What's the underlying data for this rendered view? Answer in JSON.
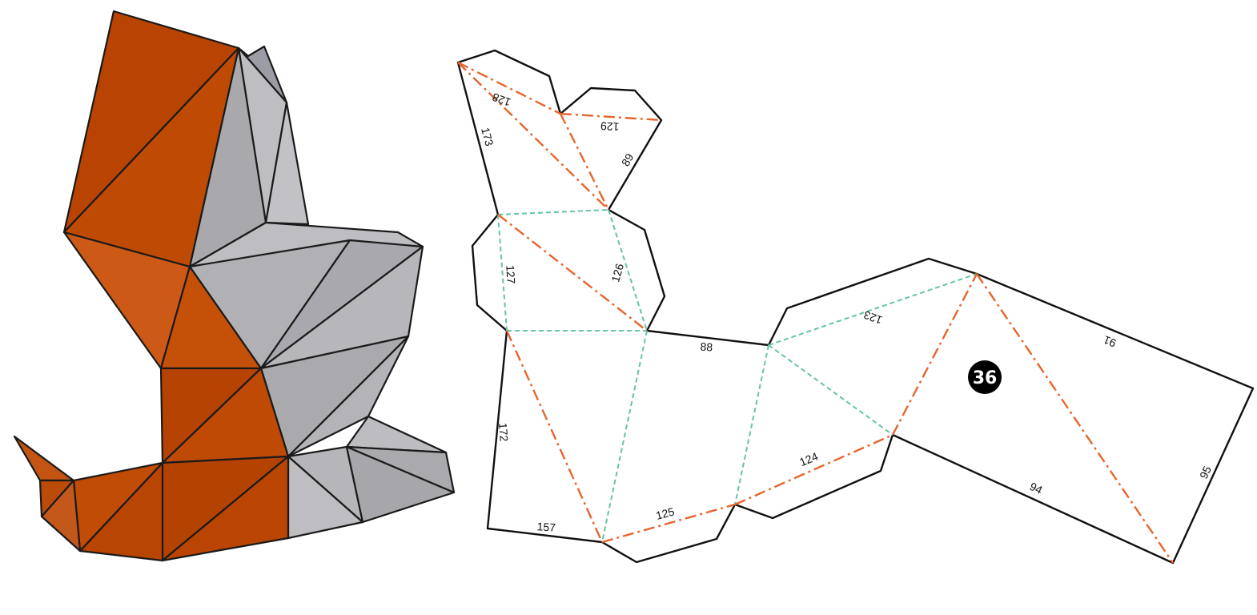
{
  "piece": {
    "number": "36"
  },
  "colors": {
    "orange_face": "#b94300",
    "orange_face_light": "#cc5a16",
    "grey_face": "#b4b4b8",
    "grey_face_dark": "#a2a2a8",
    "outline": "#111111",
    "valley_fold": "#e8642c",
    "mountain_fold": "#62c4a8",
    "badge": "#000000"
  },
  "fold_legend": {
    "valley_style": "dash-dot",
    "mountain_style": "dashed"
  },
  "edge_labels": [
    {
      "id": "e128",
      "text": "128"
    },
    {
      "id": "e129",
      "text": "129"
    },
    {
      "id": "e173",
      "text": "173"
    },
    {
      "id": "e89",
      "text": "89"
    },
    {
      "id": "e127",
      "text": "127"
    },
    {
      "id": "e126",
      "text": "126"
    },
    {
      "id": "e88",
      "text": "88"
    },
    {
      "id": "e123",
      "text": "123"
    },
    {
      "id": "e91",
      "text": "91"
    },
    {
      "id": "e172",
      "text": "172"
    },
    {
      "id": "e124",
      "text": "124"
    },
    {
      "id": "e125",
      "text": "125"
    },
    {
      "id": "e157",
      "text": "157"
    },
    {
      "id": "e94",
      "text": "94"
    },
    {
      "id": "e95",
      "text": "95"
    }
  ]
}
